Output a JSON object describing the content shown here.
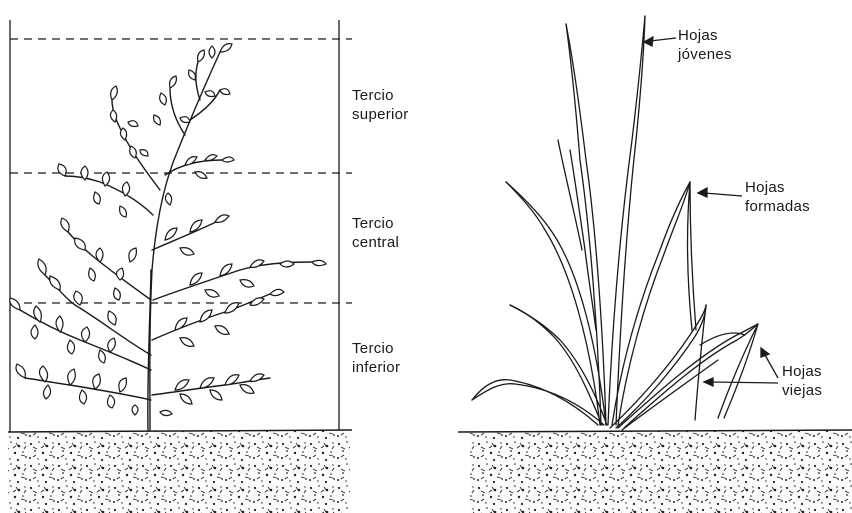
{
  "left_panel": {
    "zones": [
      {
        "line1": "Tercio",
        "line2": "superior"
      },
      {
        "line1": "Tercio",
        "line2": "central"
      },
      {
        "line1": "Tercio",
        "line2": "inferior"
      }
    ]
  },
  "right_panel": {
    "leaf_groups": [
      {
        "line1": "Hojas",
        "line2": "jóvenes"
      },
      {
        "line1": "Hojas",
        "line2": "formadas"
      },
      {
        "line1": "Hojas",
        "line2": "viejas"
      }
    ]
  },
  "colors": {
    "ink": "#1a1a1a",
    "background": "#ffffff"
  }
}
